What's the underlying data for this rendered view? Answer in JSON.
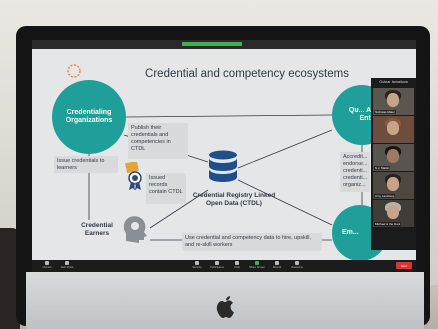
{
  "slide": {
    "title": "Credential and competency ecosystems",
    "nodes": {
      "organizations": "Credentialing Organizations",
      "quality_assurance": "Qu... Assu... Enti...",
      "employers": "Em...",
      "registry": "Credential Registry Linked Open Data (CTDL)",
      "earners": "Credential Earners"
    },
    "boxes": {
      "publish": "Publish their credentials and competencies in CTDL",
      "issue": "Issue credentials to learners",
      "records": "Issued records contain CTDL",
      "accredit": "Accredit... endorse... credenti... credenti... organiz...",
      "use": "Use credential and competency data to hire, upskill, and re-skill workers"
    }
  },
  "gallery": {
    "header": "Gulnar Ismailova",
    "tiles": [
      {
        "name": "Nicholas Maier"
      },
      {
        "name": ""
      },
      {
        "name": "S.J. Martin"
      },
      {
        "name": "Amy Lansberg"
      },
      {
        "name": "Michael & the Dark"
      }
    ]
  },
  "toolbar": {
    "buttons": [
      "Unmute",
      "Start Video",
      "Security",
      "Participants",
      "Chat",
      "Share Screen",
      "Record",
      "Reactions"
    ],
    "end_label": "End"
  },
  "colors": {
    "teal": "#1f9e9a",
    "end": "#d8382f",
    "share": "#3fb34f"
  }
}
